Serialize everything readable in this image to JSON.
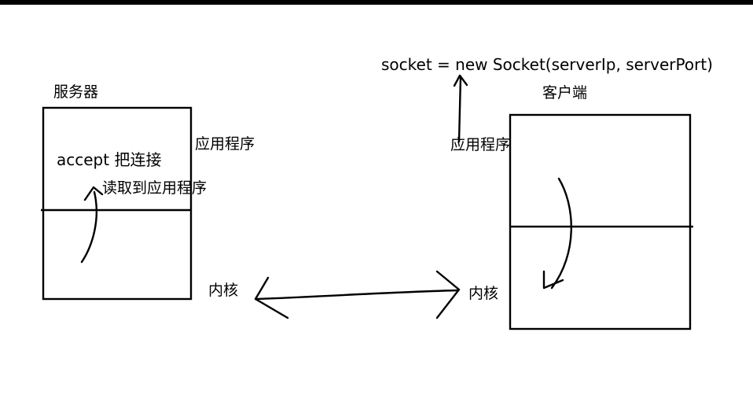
{
  "labels": {
    "code": "socket = new Socket(serverIp, serverPort)",
    "server": "服务器",
    "client": "客户端",
    "app_left": "应用程序",
    "app_right": "应用程序",
    "accept": "accept 把连接",
    "read": "读取到应用程序",
    "kernel_left": "内核",
    "kernel_right": "内核"
  },
  "colors": {
    "ink": "#000000",
    "top_bar": "#000000",
    "background": "#ffffff"
  }
}
